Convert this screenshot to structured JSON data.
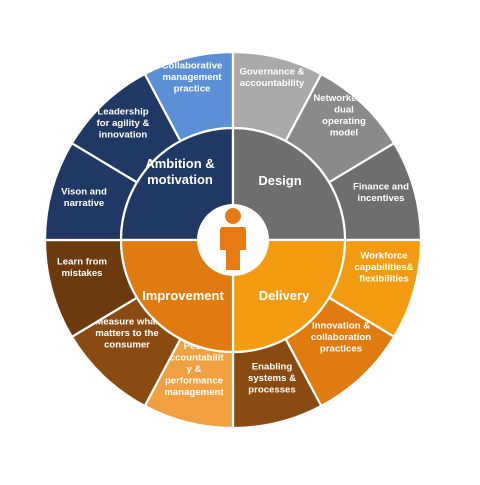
{
  "colors": {
    "navy": "#1f3864",
    "blue_light": "#5b8fd6",
    "gray_dark": "#6e6e6e",
    "gray_mid": "#8a8a8a",
    "gray_light": "#a9a9a9",
    "orange_bright": "#f39c12",
    "orange_deep": "#e07b10",
    "brown": "#8a4b12",
    "brown_dark": "#6b3a0e",
    "peach": "#f0a040",
    "person": "#e87a12"
  },
  "quadrants": [
    {
      "id": "ambition",
      "lines": [
        "Ambition &",
        "motivation"
      ]
    },
    {
      "id": "design",
      "lines": [
        "Design"
      ]
    },
    {
      "id": "delivery",
      "lines": [
        "Delivery"
      ]
    },
    {
      "id": "improvement",
      "lines": [
        "Improvement"
      ]
    }
  ],
  "outer_segments": [
    {
      "id": "collaborative",
      "lines": [
        "Collaborative",
        "management",
        "practice"
      ]
    },
    {
      "id": "governance",
      "lines": [
        "Governance &",
        "accountability"
      ]
    },
    {
      "id": "networked",
      "lines": [
        "Networked or",
        "dual",
        "operating",
        "model"
      ]
    },
    {
      "id": "finance",
      "lines": [
        "Finance and",
        "incentives"
      ]
    },
    {
      "id": "workforce",
      "lines": [
        "Workforce",
        "capabilities&",
        "flexibilities"
      ]
    },
    {
      "id": "innovation",
      "lines": [
        "Innovation &",
        "collaboration",
        "practices"
      ]
    },
    {
      "id": "enabling",
      "lines": [
        "Enabling",
        "systems &",
        "processes"
      ]
    },
    {
      "id": "peer",
      "lines": [
        "Peer",
        "accountabilit",
        "y &",
        "performance",
        "management"
      ]
    },
    {
      "id": "measure",
      "lines": [
        "Measure what",
        "matters to the",
        "consumer"
      ]
    },
    {
      "id": "learn",
      "lines": [
        "Learn from",
        "mistakes"
      ]
    },
    {
      "id": "vision",
      "lines": [
        "Vison and",
        "narrative"
      ]
    },
    {
      "id": "leadership",
      "lines": [
        "Leadership",
        "for agility &",
        "innovation"
      ]
    }
  ],
  "center_icon": "person-icon"
}
